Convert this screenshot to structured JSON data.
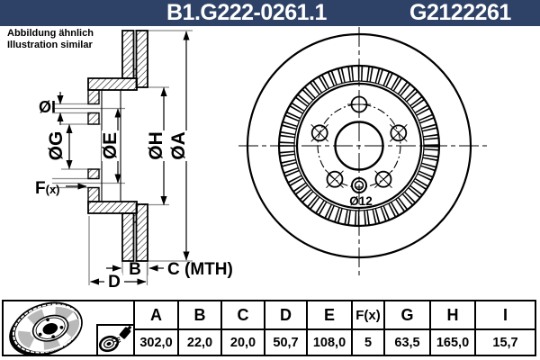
{
  "header": {
    "left_code": "B1.G222-0261.1",
    "right_code": "G2122261"
  },
  "note": {
    "line1": "Abbildung ähnlich",
    "line2": "Illustration similar"
  },
  "section_view": {
    "dim_labels": {
      "i": "ØI",
      "g": "ØG",
      "e": "ØE",
      "h": "ØH",
      "a": "ØA",
      "f": "F",
      "f_suffix": "(x)",
      "b": "B",
      "c": "C (MTH)",
      "d": "D"
    }
  },
  "front_view": {
    "hole_label": "Ø12"
  },
  "spec_table": {
    "columns": [
      "A",
      "B",
      "C",
      "D",
      "E",
      "F(x)",
      "G",
      "H",
      "I"
    ],
    "values": [
      "302,0",
      "22,0",
      "20,0",
      "50,7",
      "108,0",
      "5",
      "63,5",
      "165,0",
      "15,7"
    ]
  },
  "colors": {
    "header_bg": "#2e4166",
    "header_text": "#ffffff",
    "line": "#000000",
    "dim_line": "#8a8a8a"
  }
}
